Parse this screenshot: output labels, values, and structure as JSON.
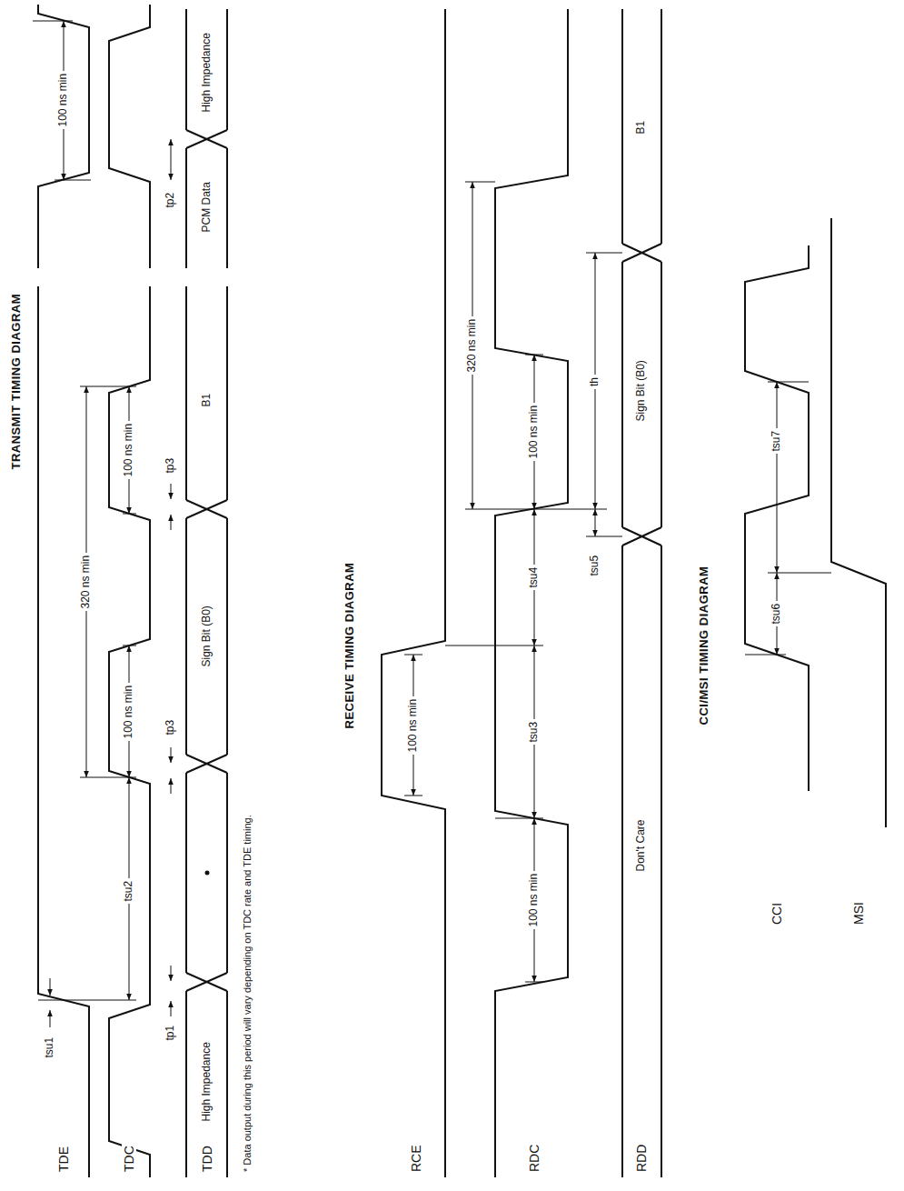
{
  "diagram": {
    "labels": [
      "TRANSMIT TIMING DIAGRAM",
      "TDE",
      "TDC",
      "TDD",
      "tsu1",
      "tsu2",
      "320 ns min",
      "100 ns min",
      "100 ns min",
      "tp1",
      "tp3",
      "tp3",
      "tp2",
      "High Impedance",
      "Sign Bit (B0)",
      "B1",
      "PCM Data",
      "High Impedance",
      "* Data output during this period will vary depending on TDC rate and TDE timing.",
      "100 ns min",
      "RECEIVE TIMING DIAGRAM",
      "RCE",
      "RDC",
      "RDD",
      "100 ns min",
      "100 ns min",
      "tsu3",
      "tsu4",
      "320 ns min",
      "100 ns min",
      "tsu5",
      "th",
      "Don't Care",
      "Sign Bit (B0)",
      "B1",
      "CCI/MSI TIMING DIAGRAM",
      "CCI",
      "MSI",
      "tsu6",
      "tsu7"
    ]
  }
}
